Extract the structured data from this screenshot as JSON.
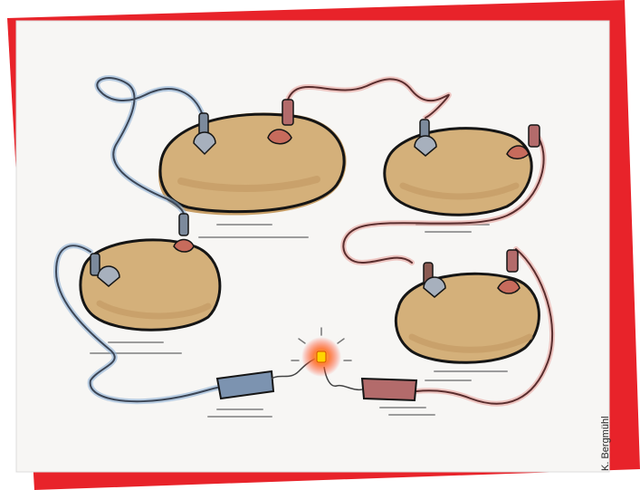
{
  "image": {
    "credit": "K. Bergmühl",
    "colors": {
      "frame_red": "#e8232a",
      "paper": "#f7f6f4",
      "potato_fill": "#d4b07a",
      "potato_shadow": "#c79e66",
      "potato_outline": "#151515",
      "wire_blue": "#3c4656",
      "wire_red": "#5a2d2d",
      "zinc_clip": "#a7b0bd",
      "copper_clip": "#c76b5c",
      "bulb_glow": "#ff4a1f"
    },
    "objects": {
      "potatoes": 4,
      "led": 1,
      "connector_blue": 1,
      "connector_red": 1
    }
  }
}
